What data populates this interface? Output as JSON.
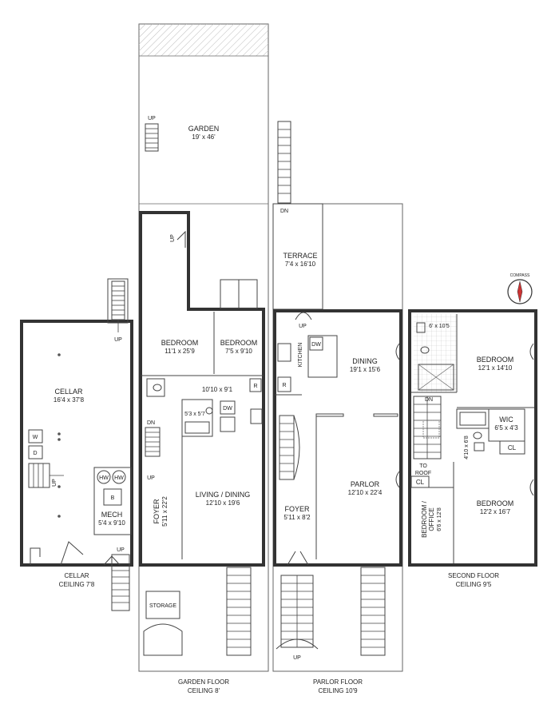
{
  "garden_area": {
    "name": "GARDEN",
    "size": "19' x 46'",
    "up": "UP"
  },
  "cellar": {
    "room": "CELLAR",
    "room_size": "16'4 x 37'8",
    "mech": "MECH",
    "mech_size": "5'4 x 9'10",
    "hw1": "HW",
    "hw2": "HW",
    "boiler": "B",
    "washer": "W",
    "dryer": "D",
    "up_top": "UP",
    "up_mid": "UP",
    "up_bottom": "UP",
    "floor_name": "CELLAR",
    "ceiling": "CEILING 7'8"
  },
  "garden_floor": {
    "bedroom1": "BEDROOM",
    "bedroom1_size": "11'1 x 25'9",
    "bedroom2": "BEDROOM",
    "bedroom2_size": "7'5 x 9'10",
    "hall_size": "10'10 x 9'1",
    "bath_size": "5'3 x 5'7",
    "dw": "DW",
    "r": "R",
    "foyer": "FOYER",
    "foyer_size": "5'11 x 22'2",
    "living": "LIVING / DINING",
    "living_size": "12'10 x 19'6",
    "storage": "STORAGE",
    "dn": "DN",
    "up": "UP",
    "up_stair": "UP",
    "floor_name": "GARDEN FLOOR",
    "ceiling": "CEILING 8'"
  },
  "parlor_floor": {
    "terrace": "TERRACE",
    "terrace_size": "7'4 x 16'10",
    "dn_terrace": "DN",
    "up": "UP",
    "kitchen": "KITCHEN",
    "dw": "DW",
    "r": "R",
    "dining": "DINING",
    "dining_size": "19'1 x 15'6",
    "parlor": "PARLOR",
    "parlor_size": "12'10 x 22'4",
    "foyer": "FOYER",
    "foyer_size": "5'11 x 8'2",
    "up_stoop": "UP",
    "floor_name": "PARLOR FLOOR",
    "ceiling": "CEILING 10'9"
  },
  "second_floor": {
    "bath_size": "6' x 10'5",
    "bedroom1": "BEDROOM",
    "bedroom1_size": "12'1 x 14'10",
    "wic": "WIC",
    "wic_size": "6'5 x 4'3",
    "cl1": "CL",
    "bath2_size": "4'10 x 6'8",
    "to_roof1": "TO",
    "to_roof2": "ROOF",
    "cl2": "CL",
    "office1": "BEDROOM /",
    "office2": "OFFICE",
    "office_size": "6'6 x 12'8",
    "bedroom2": "BEDROOM",
    "bedroom2_size": "12'2 x 16'7",
    "dn": "DN",
    "floor_name": "SECOND FLOOR",
    "ceiling": "CEILING 9'5"
  },
  "compass": {
    "label": "COMPASS"
  }
}
